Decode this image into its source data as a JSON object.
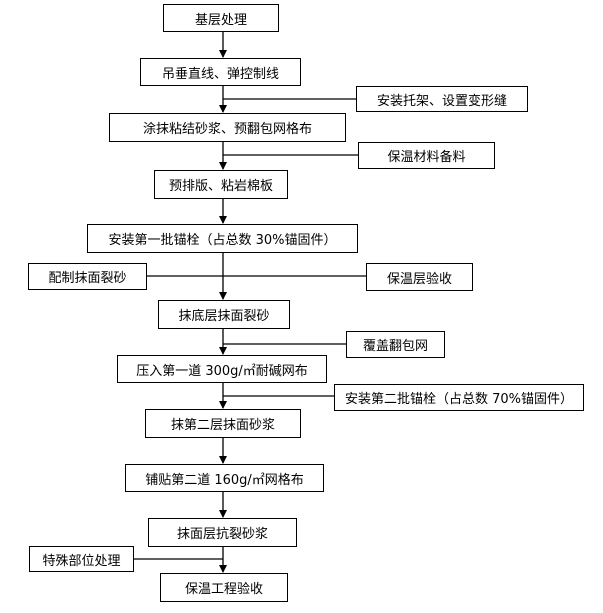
{
  "main_steps": [
    "基层处理",
    "吊垂直线、弹控制线",
    "涂抹粘结砂浆、预翻包网格布",
    "预排版、粘岩棉板",
    "安装第一批锚栓（占总数 30%锚固件）",
    "抹底层抹面裂砂",
    "压入第一道 300g/㎡耐碱网布",
    "抹第二层抹面砂浆",
    "铺贴第二道 160g/㎡网格布",
    "抹面层抗裂砂浆",
    "保温工程验收"
  ],
  "side_inputs": [
    "安装托架、设置变形缝",
    "保温材料备料",
    "配制抹面裂砂",
    "保温层验收",
    "覆盖翻包网",
    "安装第二批锚栓（占总数 70%锚固件）",
    "特殊部位处理"
  ]
}
